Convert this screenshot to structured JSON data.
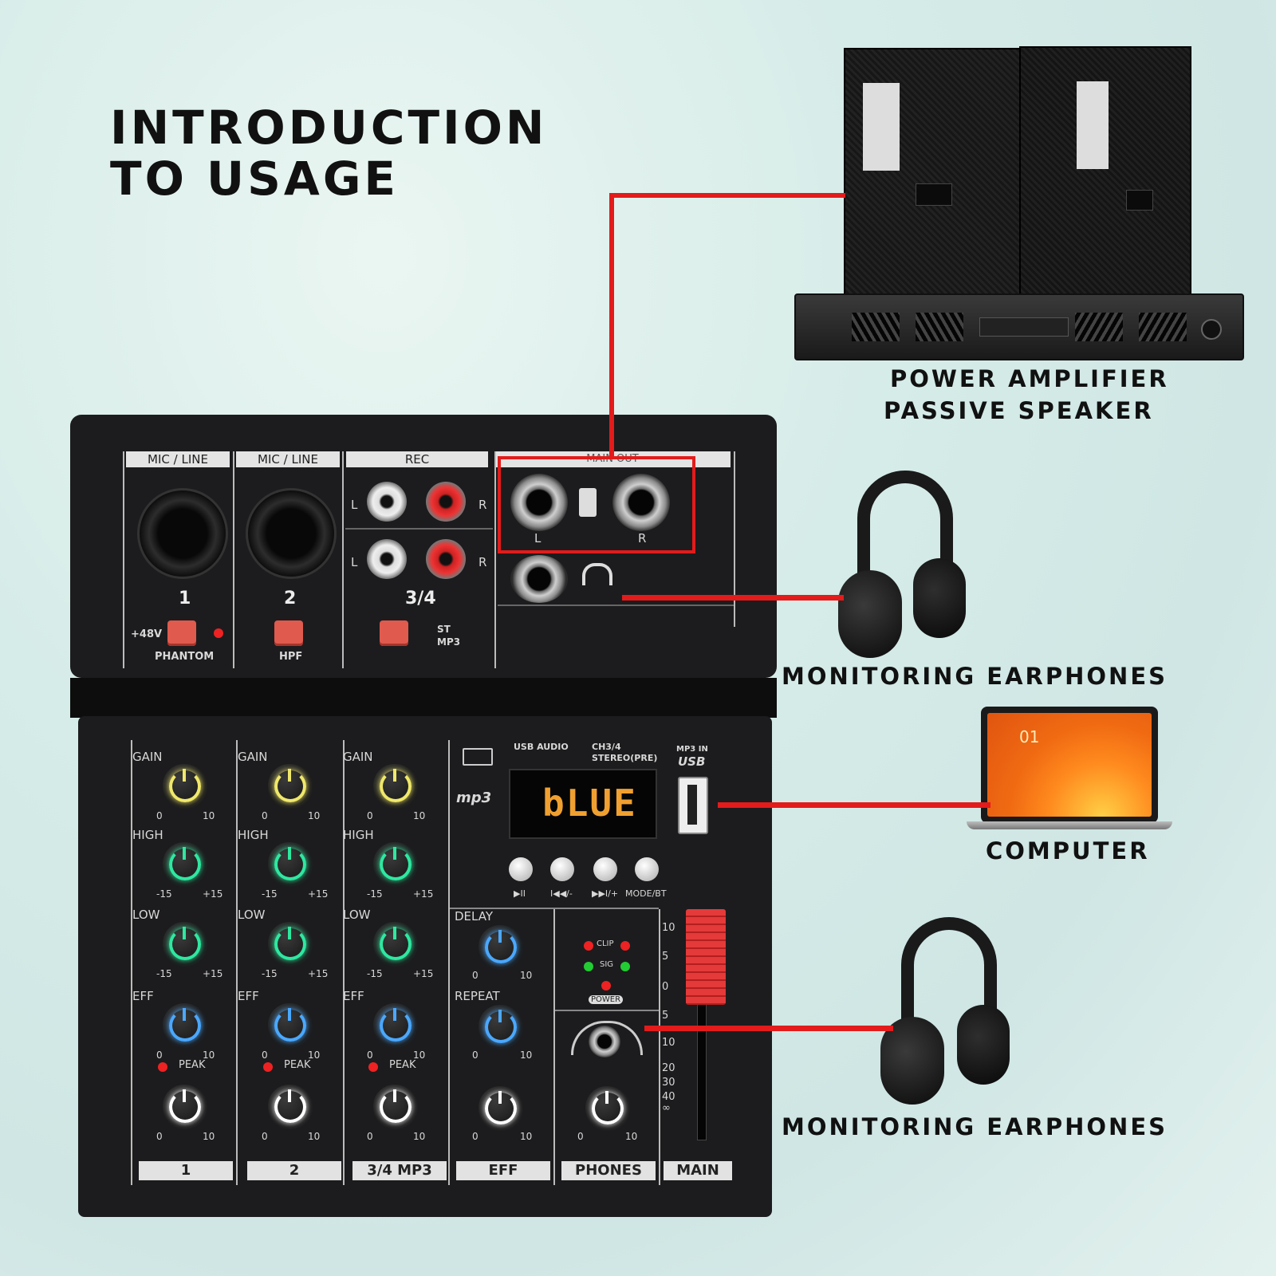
{
  "heading": {
    "line1": "INTRODUCTION",
    "line2": "TO USAGE"
  },
  "labels": {
    "amp_line1": "POWER AMPLIFIER",
    "amp_line2": "PASSIVE SPEAKER",
    "earphones_1": "MONITORING EARPHONES",
    "computer": "COMPUTER",
    "earphones_2": "MONITORING EARPHONES"
  },
  "mixer": {
    "top_sections": [
      "MIC / LINE",
      "MIC / LINE",
      "REC",
      "MAIN OUT"
    ],
    "channel_numbers": [
      "1",
      "2",
      "3/4"
    ],
    "rca": {
      "left": "L",
      "right": "R"
    },
    "main_out": {
      "left": "L",
      "right": "R"
    },
    "phantom": {
      "v48": "+48V",
      "label": "PHANTOM"
    },
    "hpf": "HPF",
    "st_mp3": {
      "st": "ST",
      "mp3": "MP3"
    },
    "knob_labels": {
      "gain": "GAIN",
      "high": "HIGH",
      "low": "LOW",
      "eff": "EFF",
      "peak": "PEAK",
      "delay": "DELAY",
      "repeat": "REPEAT"
    },
    "ranges": {
      "zero": "0",
      "ten": "10",
      "minus15": "-15",
      "plus15": "+15"
    },
    "usb_audio": {
      "label": "USB AUDIO",
      "ch": "CH3/4",
      "stereo": "STEREO(PRE)"
    },
    "mp3_logo": "mp3",
    "display_text": "bLUE",
    "mp3_in": "MP3 IN",
    "usb": "USB",
    "transport": [
      "▶II",
      "I◀◀/-",
      "▶▶I/+",
      "MODE/BT"
    ],
    "meter": {
      "clip": "CLIP",
      "sig": "SIG",
      "power": "POWER"
    },
    "fader_scale": [
      "10",
      "5",
      "0",
      "5",
      "10",
      "20",
      "30",
      "40",
      "∞"
    ],
    "footer": [
      "1",
      "2",
      "3/4 MP3",
      "EFF",
      "PHONES",
      "MAIN"
    ]
  },
  "laptop_screen_text": "01",
  "colors": {
    "line": "#e31b1b",
    "gain": "#f0e86a",
    "eq": "#2ee8a0",
    "eff": "#4aa8ff",
    "white": "#ffffff"
  }
}
